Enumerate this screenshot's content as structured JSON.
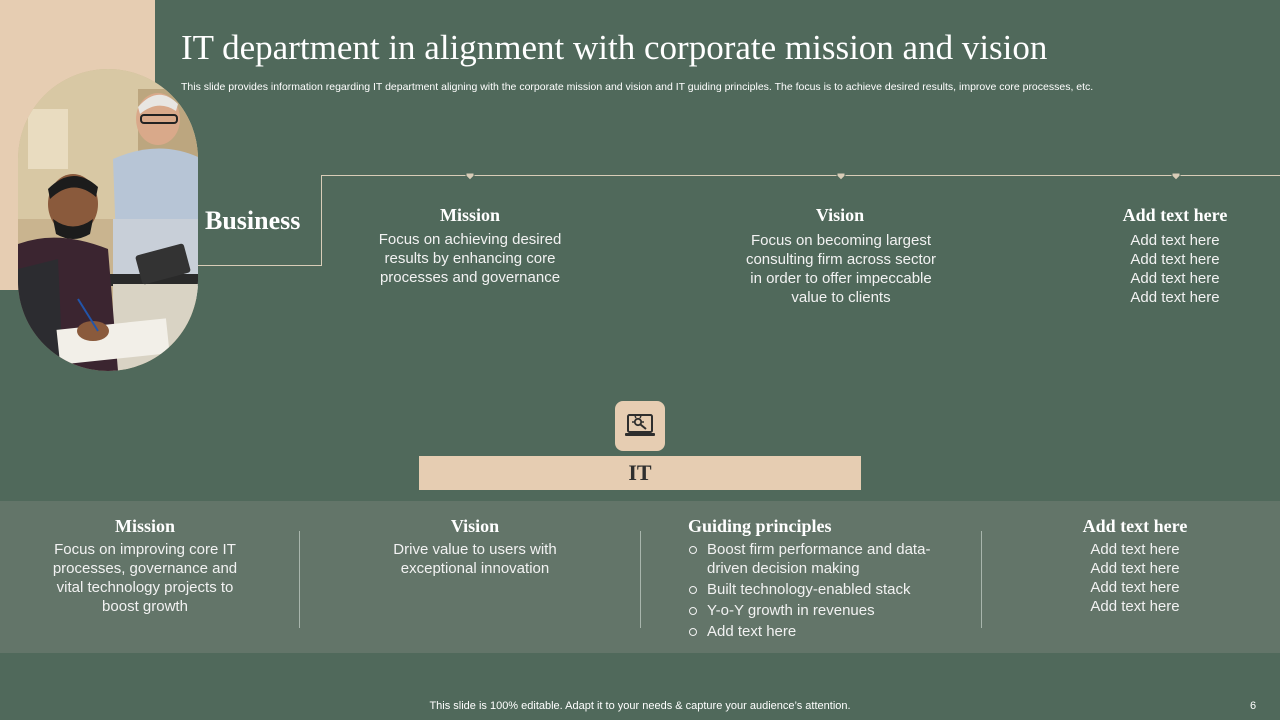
{
  "slide": {
    "title": "IT department in alignment with corporate mission and vision",
    "subtitle": "This slide provides information regarding IT department aligning with the corporate mission and vision and IT guiding principles. The focus is to achieve desired results, improve core processes, etc.",
    "footer": "This slide is 100% editable. Adapt it to your needs & capture your audience’s attention.",
    "page_number": "6"
  },
  "colors": {
    "background": "#50695b",
    "band": "#637569",
    "accent_beige": "#e6cdb2"
  },
  "business": {
    "label": "Business",
    "columns": [
      {
        "heading": "Mission",
        "lines": [
          "Focus on achieving desired",
          "results by enhancing core",
          "processes and governance"
        ]
      },
      {
        "heading": "Vision",
        "lines": [
          "Focus on becoming largest",
          "consulting firm across sector",
          "in order to offer impeccable",
          "value to clients"
        ]
      },
      {
        "heading": "Add text here",
        "lines": [
          "Add text here",
          "Add text here",
          "Add text here",
          "Add text here"
        ]
      }
    ]
  },
  "it": {
    "label": "IT",
    "icon": "laptop-settings-icon",
    "columns": [
      {
        "heading": "Mission",
        "lines": [
          "Focus on improving core IT",
          "processes, governance and",
          "vital technology projects to",
          "boost growth"
        ]
      },
      {
        "heading": "Vision",
        "lines": [
          "Drive value to users with",
          "exceptional innovation"
        ]
      },
      {
        "heading": "Guiding principles",
        "bullets": [
          "Boost firm performance and data-driven decision making",
          "Built technology-enabled  stack",
          "Y-o-Y  growth  in revenues",
          "Add text here"
        ]
      },
      {
        "heading": "Add text here",
        "lines": [
          "Add text here",
          "Add text here",
          "Add text here",
          "Add text here"
        ]
      }
    ]
  }
}
